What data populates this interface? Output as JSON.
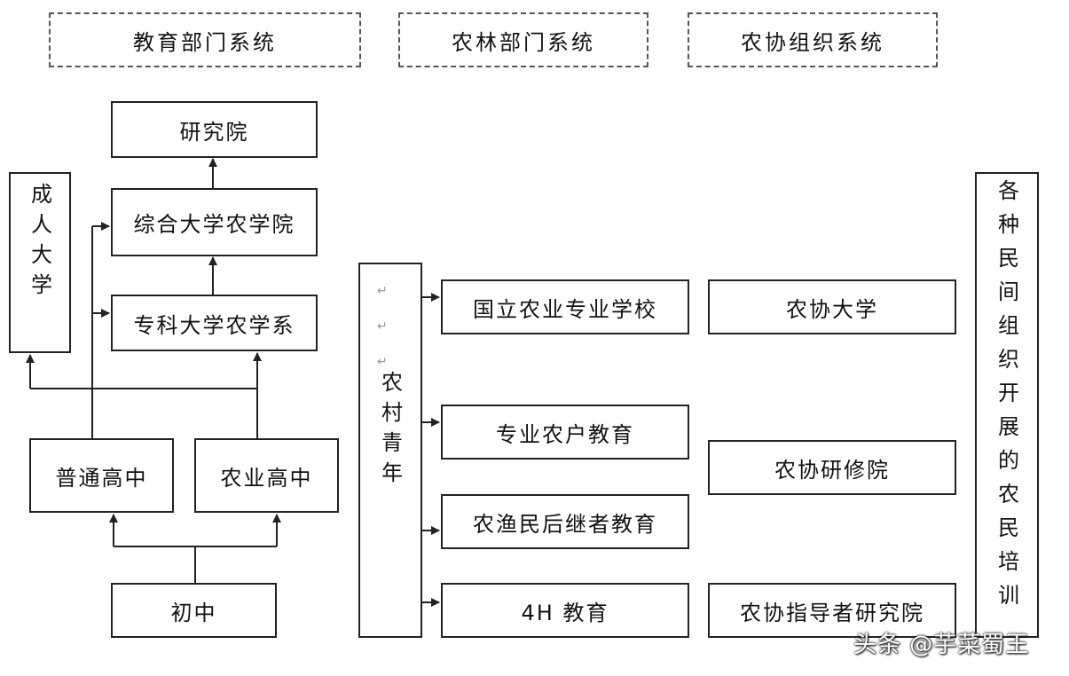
{
  "headers": {
    "education": "教育部门系统",
    "agri_forestry": "农林部门系统",
    "coop": "农协组织系统"
  },
  "education": {
    "research": "研究院",
    "university_agri": "综合大学农学院",
    "college_agri": "专科大学农学系",
    "adult_univ": "成人大学",
    "general_high": "普通高中",
    "agri_high": "农业高中",
    "junior_high": "初中"
  },
  "agri": {
    "rural_youth": "农村青年",
    "national_school": "国立农业专业学校",
    "pro_farmer": "专业农户教育",
    "successor": "农渔民后继者教育",
    "4h": "4H 教育"
  },
  "coop": {
    "univ": "农协大学",
    "training": "农协研修院",
    "leader": "农协指导者研究院"
  },
  "right_box": "各种民间组织开展的农民培训",
  "watermark": "头条 @芋菜蜀王",
  "colors": {
    "line": "#222222",
    "dash": "#555555"
  }
}
